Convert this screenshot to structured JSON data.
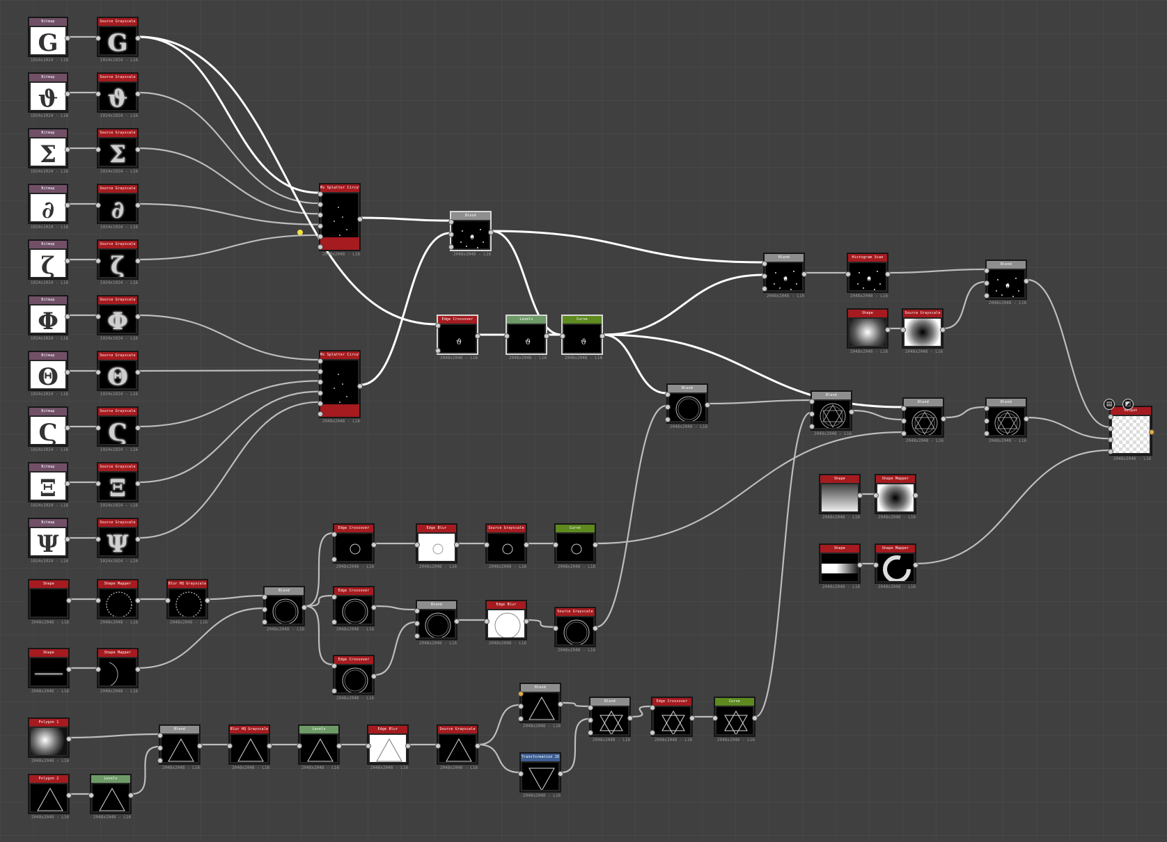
{
  "app": {
    "title": "Node graph editor"
  },
  "colors": {
    "red": "#a51b1f",
    "gray": "#8e8e8e",
    "greenlight": "#6d9a67",
    "green": "#5e8a1f",
    "blue": "#3f5f93",
    "purple": "#715067",
    "wire": "#bdbdbd"
  },
  "nodes": [
    {
      "id": "bm1",
      "title": "Bitmap",
      "caption": "1024x1024 - L16",
      "hdr": "purple",
      "thumb": "bitmap",
      "glyph": "G"
    },
    {
      "id": "bm2",
      "title": "Bitmap",
      "caption": "1024x1024 - L16",
      "hdr": "purple",
      "thumb": "bitmap",
      "glyph": "ϑ"
    },
    {
      "id": "bm3",
      "title": "Bitmap",
      "caption": "1024x1024 - L16",
      "hdr": "purple",
      "thumb": "bitmap",
      "glyph": "Σ"
    },
    {
      "id": "bm4",
      "title": "Bitmap",
      "caption": "1024x1024 - L16",
      "hdr": "purple",
      "thumb": "bitmap",
      "glyph": "∂"
    },
    {
      "id": "bm5",
      "title": "Bitmap",
      "caption": "1024x1024 - L16",
      "hdr": "purple",
      "thumb": "bitmap",
      "glyph": "ζ"
    },
    {
      "id": "bm6",
      "title": "Bitmap",
      "caption": "1024x1024 - L16",
      "hdr": "purple",
      "thumb": "bitmap",
      "glyph": "Φ"
    },
    {
      "id": "bm7",
      "title": "Bitmap",
      "caption": "1024x1024 - L16",
      "hdr": "purple",
      "thumb": "bitmap",
      "glyph": "Θ"
    },
    {
      "id": "bm8",
      "title": "Bitmap",
      "caption": "1024x1024 - L16",
      "hdr": "purple",
      "thumb": "bitmap",
      "glyph": "Ϛ"
    },
    {
      "id": "bm9",
      "title": "Bitmap",
      "caption": "1024x1024 - L16",
      "hdr": "purple",
      "thumb": "bitmap",
      "glyph": "Ξ"
    },
    {
      "id": "bm10",
      "title": "Bitmap",
      "caption": "1024x1024 - L16",
      "hdr": "purple",
      "thumb": "bitmap",
      "glyph": "Ψ"
    },
    {
      "id": "sc1",
      "title": "Source Grayscale",
      "caption": "1024x1024 - L16",
      "hdr": "red",
      "thumb": "glyph",
      "glyph": "G"
    },
    {
      "id": "sc2",
      "title": "Source Grayscale",
      "caption": "1024x1024 - L16",
      "hdr": "red",
      "thumb": "glyph",
      "glyph": "ϑ"
    },
    {
      "id": "sc3",
      "title": "Source Grayscale",
      "caption": "1024x1024 - L16",
      "hdr": "red",
      "thumb": "glyph",
      "glyph": "Σ"
    },
    {
      "id": "sc4",
      "title": "Source Grayscale",
      "caption": "1024x1024 - L16",
      "hdr": "red",
      "thumb": "glyph",
      "glyph": "∂"
    },
    {
      "id": "sc5",
      "title": "Source Grayscale",
      "caption": "1024x1024 - L16",
      "hdr": "red",
      "thumb": "glyph",
      "glyph": "ζ"
    },
    {
      "id": "sc6",
      "title": "Source Grayscale",
      "caption": "1024x1024 - L16",
      "hdr": "red",
      "thumb": "glyph",
      "glyph": "Φ"
    },
    {
      "id": "sc7",
      "title": "Source Grayscale",
      "caption": "1024x1024 - L16",
      "hdr": "red",
      "thumb": "glyph",
      "glyph": "Θ"
    },
    {
      "id": "sc8",
      "title": "Source Grayscale",
      "caption": "1024x1024 - L16",
      "hdr": "red",
      "thumb": "glyph",
      "glyph": "Ϛ"
    },
    {
      "id": "sc9",
      "title": "Source Grayscale",
      "caption": "1024x1024 - L16",
      "hdr": "red",
      "thumb": "glyph",
      "glyph": "Ξ"
    },
    {
      "id": "sc10",
      "title": "Source Grayscale",
      "caption": "1024x1024 - L16",
      "hdr": "red",
      "thumb": "glyph",
      "glyph": "Ψ"
    },
    {
      "id": "ms1",
      "title": "Ms Splatter Circular",
      "caption": "2048x2048 - L16",
      "hdr": "red",
      "thumb": "splatter"
    },
    {
      "id": "ms2",
      "title": "Ms Splatter Circular",
      "caption": "2048x2048 - L16",
      "hdr": "red",
      "thumb": "splatter"
    },
    {
      "id": "blend1",
      "title": "Blend",
      "caption": "2048x2048 - L16",
      "hdr": "gray",
      "thumb": "dots",
      "sel": true
    },
    {
      "id": "edge1",
      "title": "Edge Crossover",
      "caption": "2048x2048 - L16",
      "hdr": "red",
      "thumb": "smallglyph",
      "sel": true
    },
    {
      "id": "lev1",
      "title": "Levels",
      "caption": "2048x2048 - L16",
      "hdr": "greenlight",
      "thumb": "smallglyph",
      "sel": true
    },
    {
      "id": "curve1",
      "title": "Curve",
      "caption": "2048x2048 - L16",
      "hdr": "green",
      "thumb": "smallglyph",
      "sel": true
    },
    {
      "id": "blend2",
      "title": "Blend",
      "caption": "2048x2048 - L16",
      "hdr": "gray",
      "thumb": "dots"
    },
    {
      "id": "hist1",
      "title": "Histogram Scan",
      "caption": "2048x2048 - L16",
      "hdr": "red",
      "thumb": "dots"
    },
    {
      "id": "blend3",
      "title": "Blend",
      "caption": "2048x2048 - L16",
      "hdr": "gray",
      "thumb": "dots"
    },
    {
      "id": "shape1",
      "title": "Shape",
      "caption": "2048x2048 - L16",
      "hdr": "red",
      "thumb": "radial"
    },
    {
      "id": "sc11",
      "title": "Source Grayscale",
      "caption": "2048x2048 - L16",
      "hdr": "red",
      "thumb": "radialinv"
    },
    {
      "id": "blend4",
      "title": "Blend",
      "caption": "2048x2048 - L16",
      "hdr": "gray",
      "thumb": "ring"
    },
    {
      "id": "blend5",
      "title": "Blend",
      "caption": "2048x2048 - L16",
      "hdr": "gray",
      "thumb": "sigil"
    },
    {
      "id": "blend6",
      "title": "Blend",
      "caption": "2048x2048 - L16",
      "hdr": "gray",
      "thumb": "sigil"
    },
    {
      "id": "blend7",
      "title": "Blend",
      "caption": "2048x2048 - L16",
      "hdr": "gray",
      "thumb": "sigil"
    },
    {
      "id": "out",
      "title": "Output",
      "caption": "2048x2048 - L16",
      "hdr": "red",
      "thumb": "checker"
    },
    {
      "id": "shape2",
      "title": "Shape",
      "caption": "2048x2048 - L16",
      "hdr": "red",
      "thumb": "vgrad"
    },
    {
      "id": "smap1",
      "title": "Shape Mapper",
      "caption": "2048x2048 - L16",
      "hdr": "red",
      "thumb": "radialinv"
    },
    {
      "id": "shape3",
      "title": "Shape",
      "caption": "2048x2048 - L16",
      "hdr": "red",
      "thumb": "hbar"
    },
    {
      "id": "smap2",
      "title": "Shape Mapper",
      "caption": "2048x2048 - L16",
      "hdr": "red",
      "thumb": "arc"
    },
    {
      "id": "edge2",
      "title": "Edge Crossover",
      "caption": "2048x2048 - L16",
      "hdr": "red",
      "thumb": "smallring"
    },
    {
      "id": "edgeblur1",
      "title": "Edge Blur",
      "caption": "2048x2048 - L16",
      "hdr": "red",
      "thumb": "whitering"
    },
    {
      "id": "sc12",
      "title": "Source Grayscale",
      "caption": "2048x2048 - L16",
      "hdr": "red",
      "thumb": "smallring"
    },
    {
      "id": "curve2",
      "title": "Curve",
      "caption": "2048x2048 - L16",
      "hdr": "green",
      "thumb": "smallring"
    },
    {
      "id": "shape4",
      "title": "Shape",
      "caption": "2048x2048 - L16",
      "hdr": "red",
      "thumb": "black"
    },
    {
      "id": "smap3",
      "title": "Shape Mapper",
      "caption": "2048x2048 - L16",
      "hdr": "red",
      "thumb": "dottedring"
    },
    {
      "id": "grad1",
      "title": "Blur HQ Grayscale",
      "caption": "2048x2048 - L16",
      "hdr": "red",
      "thumb": "dottedring"
    },
    {
      "id": "blend8",
      "title": "Blend",
      "caption": "2048x2048 - L16",
      "hdr": "gray",
      "thumb": "ring"
    },
    {
      "id": "edge3",
      "title": "Edge Crossover",
      "caption": "2048x2048 - L16",
      "hdr": "red",
      "thumb": "ring"
    },
    {
      "id": "blend9",
      "title": "Blend",
      "caption": "2048x2048 - L16",
      "hdr": "gray",
      "thumb": "ring"
    },
    {
      "id": "edgeblur2",
      "title": "Edge Blur",
      "caption": "2048x2048 - L16",
      "hdr": "red",
      "thumb": "whitering2"
    },
    {
      "id": "sc13",
      "title": "Source Grayscale",
      "caption": "2048x2048 - L16",
      "hdr": "red",
      "thumb": "ring"
    },
    {
      "id": "edge4",
      "title": "Edge Crossover",
      "caption": "2048x2048 - L16",
      "hdr": "red",
      "thumb": "ring"
    },
    {
      "id": "shape5",
      "title": "Shape",
      "caption": "2048x2048 - L16",
      "hdr": "red",
      "thumb": "hline"
    },
    {
      "id": "smap4",
      "title": "Shape Mapper",
      "caption": "2048x2048 - L16",
      "hdr": "red",
      "thumb": "halfring"
    },
    {
      "id": "poly1",
      "title": "Polygon 1",
      "caption": "2048x2048 - L16",
      "hdr": "red",
      "thumb": "polygrad"
    },
    {
      "id": "poly2",
      "title": "Polygon 2",
      "caption": "2048x2048 - L16",
      "hdr": "red",
      "thumb": "tri"
    },
    {
      "id": "lev2",
      "title": "Levels",
      "caption": "2048x2048 - L16",
      "hdr": "greenlight",
      "thumb": "tri"
    },
    {
      "id": "blend10",
      "title": "Blend",
      "caption": "2048x2048 - L16",
      "hdr": "gray",
      "thumb": "tri"
    },
    {
      "id": "blurhq2",
      "title": "Blur HQ Grayscale",
      "caption": "2048x2048 - L16",
      "hdr": "red",
      "thumb": "tri"
    },
    {
      "id": "lev3",
      "title": "Levels",
      "caption": "2048x2048 - L16",
      "hdr": "greenlight",
      "thumb": "tri"
    },
    {
      "id": "edgeblur3",
      "title": "Edge Blur",
      "caption": "2048x2048 - L16",
      "hdr": "red",
      "thumb": "whitetri"
    },
    {
      "id": "sc14",
      "title": "Source Grayscale",
      "caption": "2048x2048 - L16",
      "hdr": "red",
      "thumb": "tri"
    },
    {
      "id": "blend11",
      "title": "Blend",
      "caption": "2048x2048 - L16",
      "hdr": "gray",
      "thumb": "tri"
    },
    {
      "id": "trans1",
      "title": "Transformation 2D",
      "caption": "2048x2048 - L16",
      "hdr": "blue",
      "thumb": "tridown"
    },
    {
      "id": "blend12",
      "title": "Blend",
      "caption": "2048x2048 - L16",
      "hdr": "gray",
      "thumb": "hexa"
    },
    {
      "id": "edge5",
      "title": "Edge Crossover",
      "caption": "2048x2048 - L16",
      "hdr": "red",
      "thumb": "hexa"
    },
    {
      "id": "curve3",
      "title": "Curve",
      "caption": "2048x2048 - L16",
      "hdr": "green",
      "thumb": "hexa"
    }
  ]
}
